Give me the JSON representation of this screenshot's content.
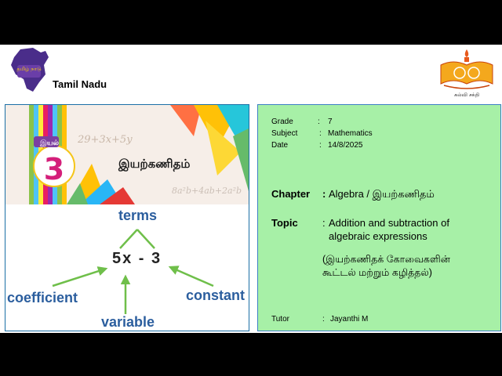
{
  "header": {
    "left_logo_text": "தமிழ் நாடு",
    "title": "Tamil Nadu",
    "right_logo_text": "கல்வி சக்தி"
  },
  "cover": {
    "chapter_label": "இயல்",
    "chapter_number": "3",
    "title": "இயற்கணிதம்",
    "expression_1": "29+3x+5y",
    "expression_2": "8a²b+4ab+2a²b"
  },
  "diagram": {
    "terms": "terms",
    "expression": "5x - 3",
    "coefficient": "coefficient",
    "constant": "constant",
    "variable": "variable"
  },
  "info": {
    "grade_label": "Grade",
    "grade_value": "7",
    "subject_label": "Subject",
    "subject_value": "Mathematics",
    "date_label": "Date",
    "date_value": "14/8/2025",
    "chapter_label": "Chapter",
    "chapter_value": "Algebra / இயற்கணிதம்",
    "topic_label": "Topic",
    "topic_line1": "Addition and subtraction of",
    "topic_line2": "algebraic expressions",
    "tamil_line1": "(இயற்கணிதக் கோவைகளின்",
    "tamil_line2": "கூட்டல் மற்றும் கழித்தல்)",
    "tutor_label": "Tutor",
    "tutor_value": "Jayanthi M",
    "colon": ":"
  },
  "colors": {
    "panel_green": "#a7f0a7",
    "diagram_blue": "#2b5e9e",
    "arrow_green": "#6fbf4a",
    "chapter_magenta": "#d41f7a"
  }
}
